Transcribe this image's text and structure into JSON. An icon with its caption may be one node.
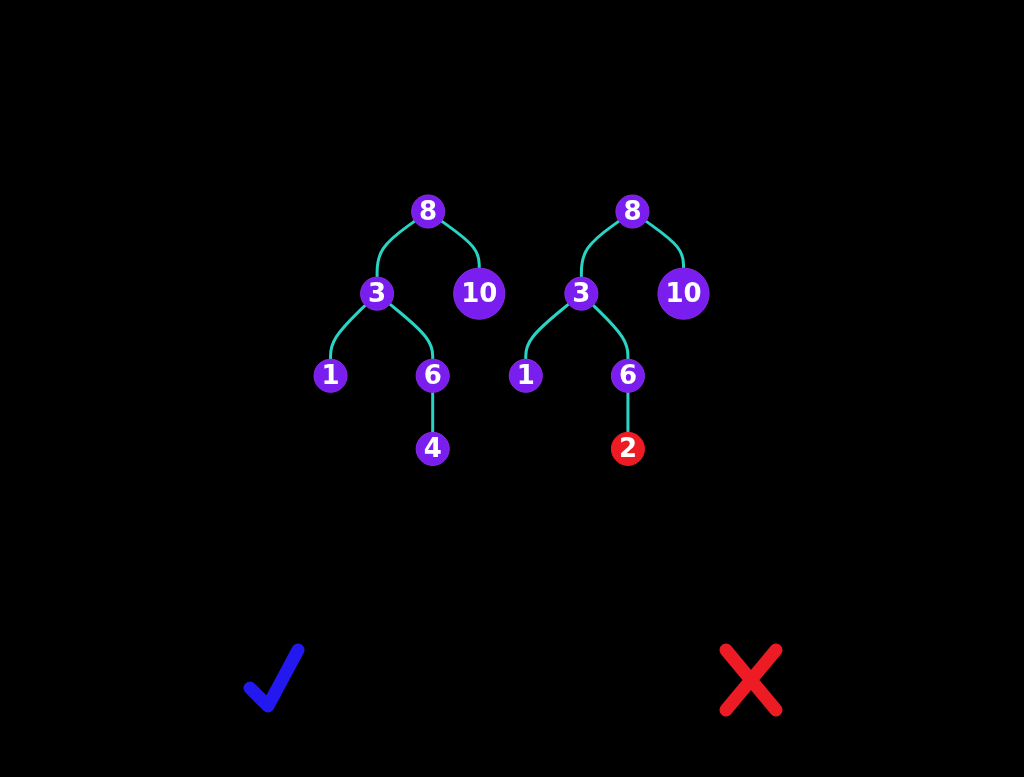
{
  "diagram": {
    "nodes": [
      {
        "text": [
          "8"
        ]
      },
      {
        "text": [
          "3"
        ]
      },
      {
        "text": [
          "10"
        ]
      },
      {
        "text": [
          "1"
        ]
      },
      {
        "text": [
          "6"
        ]
      },
      {
        "text": [
          "4"
        ]
      },
      {
        "text": [
          "8"
        ]
      },
      {
        "text": [
          "3"
        ]
      },
      {
        "text": [
          "10"
        ]
      },
      {
        "text": [
          "1"
        ]
      },
      {
        "text": [
          "6"
        ]
      },
      {
        "text": [
          "2"
        ]
      }
    ],
    "edges": [
      {
        "from": 0,
        "to": 1,
        "arrow": "none"
      },
      {
        "from": 0,
        "to": 2,
        "arrow": "none"
      },
      {
        "from": 1,
        "to": 3,
        "arrow": "none"
      },
      {
        "from": 1,
        "to": 4,
        "arrow": "none"
      },
      {
        "from": 4,
        "to": 5,
        "arrow": "none"
      },
      {
        "from": 6,
        "to": 7,
        "arrow": "none"
      },
      {
        "from": 6,
        "to": 8,
        "arrow": "none"
      },
      {
        "from": 7,
        "to": 9,
        "arrow": "none"
      },
      {
        "from": 7,
        "to": 10,
        "arrow": "none"
      },
      {
        "from": 10,
        "to": 11,
        "arrow": "none"
      }
    ]
  }
}
